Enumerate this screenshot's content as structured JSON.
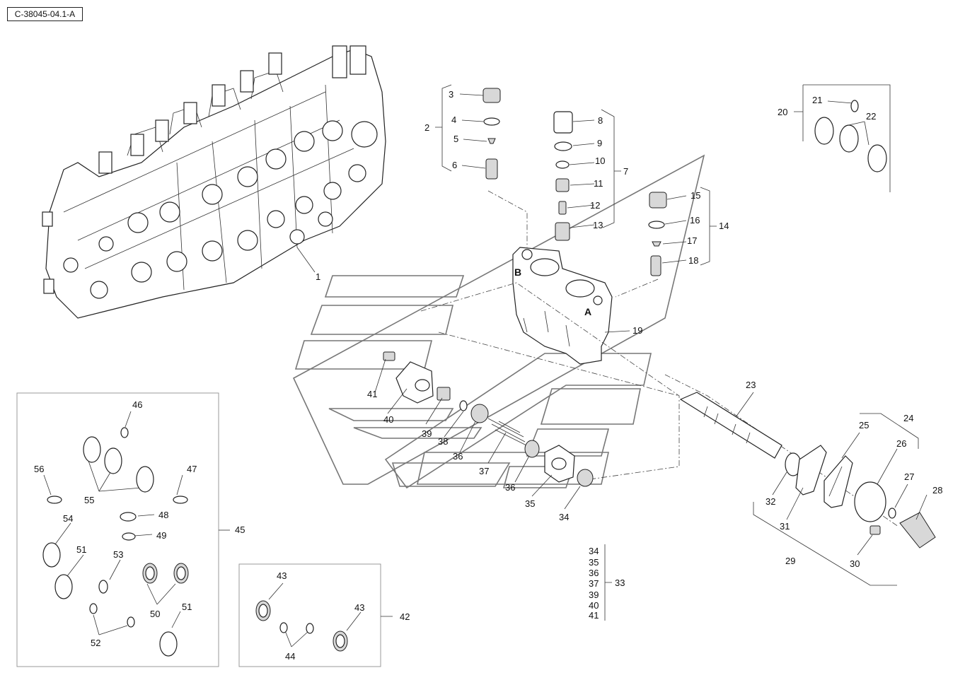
{
  "reference": "C-38045-04.1-A",
  "callouts": {
    "c1": "1",
    "c2": "2",
    "c3": "3",
    "c4": "4",
    "c5": "5",
    "c6": "6",
    "c7": "7",
    "c8": "8",
    "c9": "9",
    "c10": "10",
    "c11": "11",
    "c12": "12",
    "c13": "13",
    "c14": "14",
    "c15": "15",
    "c16": "16",
    "c17": "17",
    "c18": "18",
    "c19": "19",
    "c20": "20",
    "c21": "21",
    "c22": "22",
    "c23": "23",
    "c24": "24",
    "c25": "25",
    "c26": "26",
    "c27": "27",
    "c28": "28",
    "c29": "29",
    "c30": "30",
    "c31": "31",
    "c32": "32",
    "c33": "33",
    "c34": "34",
    "c35": "35",
    "c36a": "36",
    "c36b": "36",
    "c37": "37",
    "c38": "38",
    "c39": "39",
    "c40": "40",
    "c41": "41",
    "c42": "42",
    "c43a": "43",
    "c43b": "43",
    "c44": "44",
    "c45": "45",
    "c46": "46",
    "c47": "47",
    "c48": "48",
    "c49": "49",
    "c50": "50",
    "c51a": "51",
    "c51b": "51",
    "c52": "52",
    "c53": "53",
    "c54": "54",
    "c55": "55",
    "c56": "56"
  },
  "kit33_items": [
    "34",
    "35",
    "36",
    "37",
    "39",
    "40",
    "41"
  ],
  "port_labels": {
    "b": "B",
    "a": "A"
  }
}
